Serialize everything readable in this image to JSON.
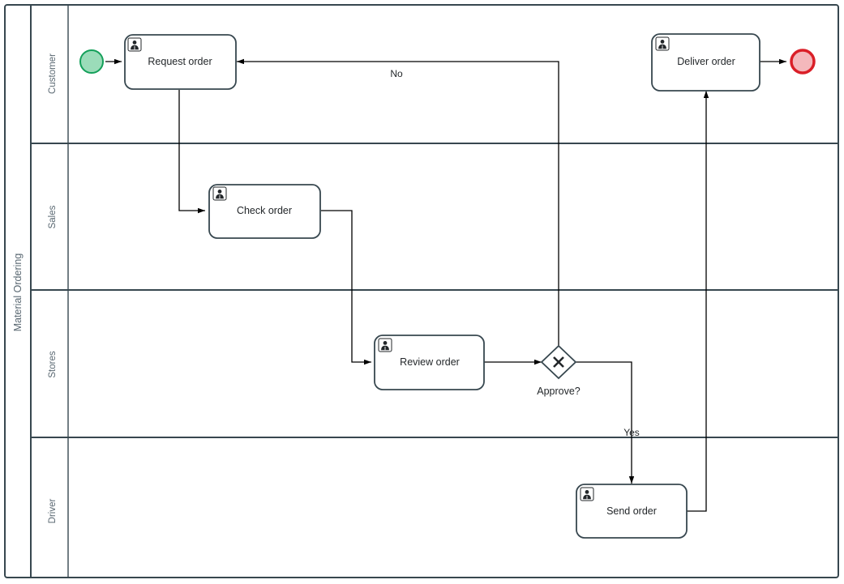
{
  "diagram": {
    "type": "bpmn-process",
    "title": "Material Ordering",
    "pool": {
      "name": "Material Ordering",
      "lanes": [
        {
          "id": "lane-customer",
          "label": "Customer"
        },
        {
          "id": "lane-sales",
          "label": "Sales"
        },
        {
          "id": "lane-stores",
          "label": "Stores"
        },
        {
          "id": "lane-driver",
          "label": "Driver"
        }
      ]
    },
    "events": [
      {
        "id": "start-event",
        "kind": "start",
        "lane": "Customer",
        "fill": "#9BDCB9",
        "stroke": "#14A05A"
      },
      {
        "id": "end-event",
        "kind": "end",
        "lane": "Customer",
        "fill": "#F4B8BC",
        "stroke": "#DA1F28"
      }
    ],
    "tasks": [
      {
        "id": "task-request-order",
        "label": "Request order",
        "lane": "Customer",
        "icon": "user-task-icon"
      },
      {
        "id": "task-check-order",
        "label": "Check order",
        "lane": "Sales",
        "icon": "user-task-icon"
      },
      {
        "id": "task-review-order",
        "label": "Review order",
        "lane": "Stores",
        "icon": "user-task-icon"
      },
      {
        "id": "task-deliver-order",
        "label": "Deliver order",
        "lane": "Customer",
        "icon": "user-task-icon"
      },
      {
        "id": "task-send-order",
        "label": "Send order",
        "lane": "Driver",
        "icon": "user-task-icon"
      }
    ],
    "gateways": [
      {
        "id": "gateway-approve",
        "label": "Approve?",
        "kind": "exclusive",
        "lane": "Stores"
      }
    ],
    "flows": [
      {
        "id": "flow-start-request",
        "from": "start-event",
        "to": "task-request-order",
        "label": ""
      },
      {
        "id": "flow-request-check",
        "from": "task-request-order",
        "to": "task-check-order",
        "label": ""
      },
      {
        "id": "flow-check-review",
        "from": "task-check-order",
        "to": "task-review-order",
        "label": ""
      },
      {
        "id": "flow-review-gateway",
        "from": "task-review-order",
        "to": "gateway-approve",
        "label": ""
      },
      {
        "id": "flow-gateway-no",
        "from": "gateway-approve",
        "to": "task-request-order",
        "label": "No"
      },
      {
        "id": "flow-gateway-yes",
        "from": "gateway-approve",
        "to": "task-send-order",
        "label": "Yes"
      },
      {
        "id": "flow-send-deliver",
        "from": "task-send-order",
        "to": "task-deliver-order",
        "label": ""
      },
      {
        "id": "flow-deliver-end",
        "from": "task-deliver-order",
        "to": "end-event",
        "label": ""
      }
    ],
    "colors": {
      "stroke": "#37474F",
      "connector": "#000000",
      "text": "#23272A",
      "lane_label": "#5A6872",
      "task_fill": "#FFFFFF",
      "lane_fill": "#FFFFFF"
    }
  }
}
